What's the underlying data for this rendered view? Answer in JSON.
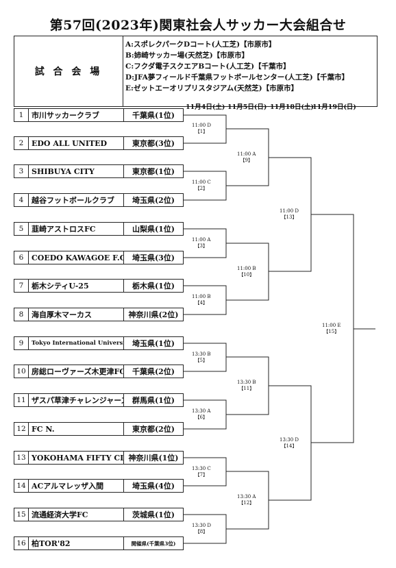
{
  "title": "第57回(2023年)関東社会人サッカー大会組合せ",
  "venue_label": "試 合 会 場",
  "venues": [
    "A:スポレクパークDコート(人工芝)【市原市】",
    "B:姉崎サッカー場(天然芝)【市原市】",
    "C:フクダ電子スクエアBコート(人工芝)【千葉市】",
    "D:JFA夢フィールド千葉県フットボールセンター(人工芝)【千葉市】",
    "E:ゼットエーオリプリスタジアム(天然芝)【市原市】"
  ],
  "dates": [
    "11月4日(土)",
    "11月5日(日)",
    "11月18日(土)",
    "11月19日(日)"
  ],
  "teams": [
    {
      "num": "1",
      "name": "市川サッカークラブ",
      "pref": "千葉県(1位)"
    },
    {
      "num": "2",
      "name": "EDO ALL UNITED",
      "pref": "東京都(3位)"
    },
    {
      "num": "3",
      "name": "SHIBUYA CITY",
      "pref": "東京都(1位)"
    },
    {
      "num": "4",
      "name": "越谷フットボールクラブ",
      "pref": "埼玉県(2位)"
    },
    {
      "num": "5",
      "name": "韮崎アストロスFC",
      "pref": "山梨県(1位)"
    },
    {
      "num": "6",
      "name": "COEDO KAWAGOE F.C",
      "pref": "埼玉県(3位)"
    },
    {
      "num": "7",
      "name": "栃木シティU-25",
      "pref": "栃木県(1位)"
    },
    {
      "num": "8",
      "name": "海自厚木マーカス",
      "pref": "神奈川県(2位)"
    },
    {
      "num": "9",
      "name": "Tokyo International University",
      "pref": "埼玉県(1位)"
    },
    {
      "num": "10",
      "name": "房総ローヴァーズ木更津FC",
      "pref": "千葉県(2位)"
    },
    {
      "num": "11",
      "name": "ザスパ草津チャレンジャーズ",
      "pref": "群馬県(1位)"
    },
    {
      "num": "12",
      "name": "FC N.",
      "pref": "東京都(2位)"
    },
    {
      "num": "13",
      "name": "YOKOHAMA FIFTY CLUB",
      "pref": "神奈川県(1位)"
    },
    {
      "num": "14",
      "name": "ACアルマレッザ入間",
      "pref": "埼玉県(4位)"
    },
    {
      "num": "15",
      "name": "流通経済大学FC",
      "pref": "茨城県(1位)"
    },
    {
      "num": "16",
      "name": "柏TOR'82",
      "pref": "開催県(千葉県3位)"
    }
  ],
  "round1": [
    {
      "time": "11:00 D",
      "no": "【1】"
    },
    {
      "time": "11:00 C",
      "no": "【2】"
    },
    {
      "time": "11:00 A",
      "no": "【3】"
    },
    {
      "time": "11:00 B",
      "no": "【4】"
    },
    {
      "time": "13:30 B",
      "no": "【5】"
    },
    {
      "time": "13:30 A",
      "no": "【6】"
    },
    {
      "time": "13:30 C",
      "no": "【7】"
    },
    {
      "time": "13:30 D",
      "no": "【8】"
    }
  ],
  "round2": [
    {
      "time": "11:00 A",
      "no": "【9】"
    },
    {
      "time": "11:00 B",
      "no": "【10】"
    },
    {
      "time": "13:30 B",
      "no": "【11】"
    },
    {
      "time": "13:30 A",
      "no": "【12】"
    }
  ],
  "round3": [
    {
      "time": "11:00 D",
      "no": "【13】"
    },
    {
      "time": "13:30 D",
      "no": "【14】"
    }
  ],
  "final": {
    "time": "11:00 E",
    "no": "【15】"
  }
}
